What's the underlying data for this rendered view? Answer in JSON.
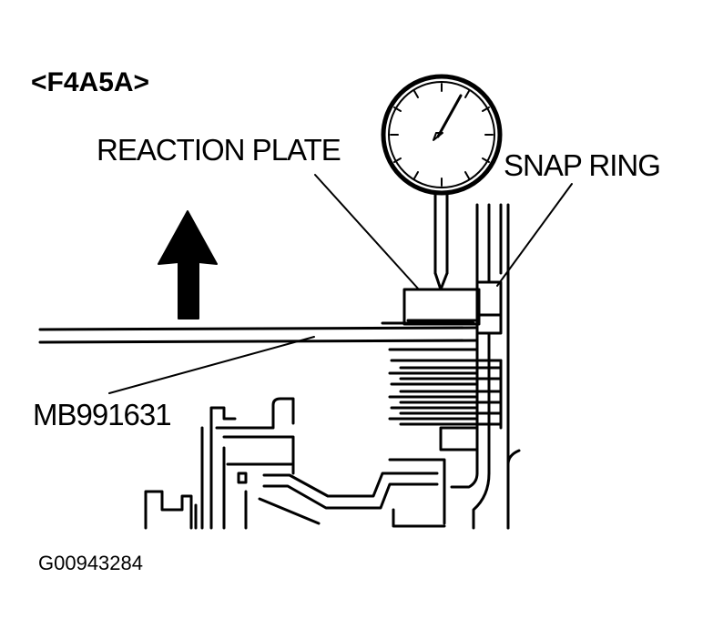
{
  "diagram": {
    "model_label": "<F4A5A>",
    "callouts": {
      "reaction_plate": "REACTION PLATE",
      "snap_ring": "SNAP RING",
      "tool": "MB991631"
    },
    "figure_id": "G00943284",
    "icons": [
      "dial-indicator-icon",
      "up-arrow-icon"
    ],
    "ink_color": "#000000",
    "background_color": "#ffffff"
  }
}
